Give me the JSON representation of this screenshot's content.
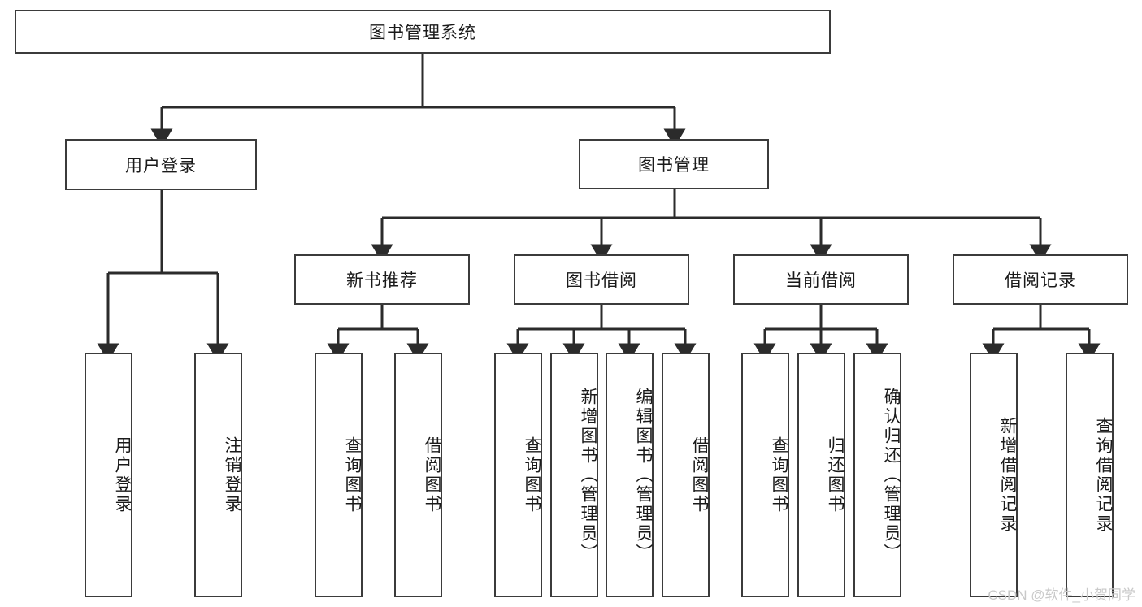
{
  "diagram": {
    "title": "图书管理系统",
    "type": "hierarchy-tree",
    "colors": {
      "background": "#ffffff",
      "box_border": "#3b3b3b",
      "connector": "#2b2b2b",
      "text": "#1a1a1a",
      "watermark": "#c9c9c9"
    },
    "nodes": {
      "root": {
        "label": "图书管理系统",
        "orientation": "horizontal"
      },
      "l1": [
        {
          "id": "user_login",
          "label": "用户登录",
          "orientation": "horizontal"
        },
        {
          "id": "book_manage",
          "label": "图书管理",
          "orientation": "horizontal"
        }
      ],
      "l2": [
        {
          "id": "new_book_rec",
          "label": "新书推荐",
          "orientation": "horizontal"
        },
        {
          "id": "book_borrow",
          "label": "图书借阅",
          "orientation": "horizontal"
        },
        {
          "id": "current_borrow",
          "label": "当前借阅",
          "orientation": "horizontal"
        },
        {
          "id": "borrow_record",
          "label": "借阅记录",
          "orientation": "horizontal"
        }
      ],
      "leaves": [
        {
          "id": "leaf_user_login",
          "label": "用户登录",
          "parent": "user_login",
          "orientation": "vertical"
        },
        {
          "id": "leaf_logout",
          "label": "注销登录",
          "parent": "user_login",
          "orientation": "vertical"
        },
        {
          "id": "leaf_query_book_1",
          "label": "查询图书",
          "parent": "new_book_rec",
          "orientation": "vertical"
        },
        {
          "id": "leaf_borrow_book_1",
          "label": "借阅图书",
          "parent": "new_book_rec",
          "orientation": "vertical"
        },
        {
          "id": "leaf_query_book_2",
          "label": "查询图书",
          "parent": "book_borrow",
          "orientation": "vertical"
        },
        {
          "id": "leaf_add_book",
          "label": "新增图书（管理员）",
          "parent": "book_borrow",
          "orientation": "vertical"
        },
        {
          "id": "leaf_edit_book",
          "label": "编辑图书（管理员）",
          "parent": "book_borrow",
          "orientation": "vertical"
        },
        {
          "id": "leaf_borrow_book_2",
          "label": "借阅图书",
          "parent": "book_borrow",
          "orientation": "vertical"
        },
        {
          "id": "leaf_query_book_3",
          "label": "查询图书",
          "parent": "current_borrow",
          "orientation": "vertical"
        },
        {
          "id": "leaf_return_book",
          "label": "归还图书",
          "parent": "current_borrow",
          "orientation": "vertical"
        },
        {
          "id": "leaf_confirm_return",
          "label": "确认归还（管理员）",
          "parent": "current_borrow",
          "orientation": "vertical"
        },
        {
          "id": "leaf_add_record",
          "label": "新增借阅记录",
          "parent": "borrow_record",
          "orientation": "vertical"
        },
        {
          "id": "leaf_query_record",
          "label": "查询借阅记录",
          "parent": "borrow_record",
          "orientation": "vertical"
        }
      ]
    },
    "watermark": "CSDN @软件_小贺同学"
  }
}
